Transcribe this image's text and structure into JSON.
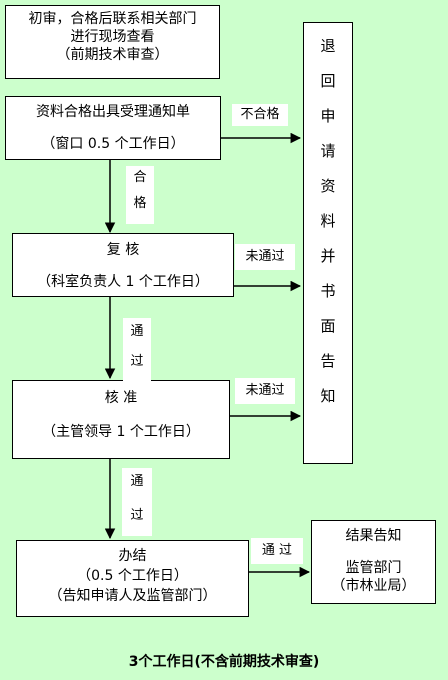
{
  "boxes": {
    "initial_review": {
      "lines": [
        "初审，合格后联系相关部门",
        "进行现场查看",
        "（前期技术审查）"
      ]
    },
    "acceptance": {
      "lines": [
        "资料合格出具受理通知单",
        "（窗口 0.5 个工作日）"
      ]
    },
    "recheck": {
      "lines": [
        "复 核",
        "（科室负责人 1 个工作日）"
      ]
    },
    "approve": {
      "lines": [
        "核 准",
        "（主管领导 1 个工作日）"
      ]
    },
    "conclude": {
      "lines": [
        "办结",
        "（0.5 个工作日）",
        "（告知申请人及监管部门）"
      ]
    },
    "reject": {
      "chars": [
        "退",
        "回",
        "申",
        "请",
        "资",
        "料",
        "并",
        "书",
        "面",
        "告",
        "知"
      ]
    },
    "result_notice": {
      "lines": [
        "结果告知",
        "监管部门",
        "（市林业局）"
      ]
    }
  },
  "labels": {
    "unqualified": "不合格",
    "qualified": [
      "合",
      "格"
    ],
    "not_passed_1": "未通过",
    "passed_1": [
      "通",
      "过"
    ],
    "not_passed_2": "未通过",
    "passed_2": [
      "通",
      "过"
    ],
    "passed_3": "通 过"
  },
  "footer": "3个工作日(不含前期技术审查)"
}
